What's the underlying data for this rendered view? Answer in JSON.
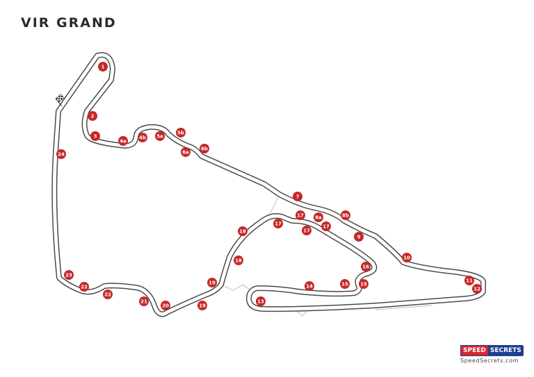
{
  "title": "VIR GRAND",
  "colors": {
    "track_outline": "#4a4a4a",
    "track_surface": "#ffffff",
    "unused_track": "#c8c8c8",
    "marker_fill": "#c62828",
    "marker_text": "#ffffff"
  },
  "corners": [
    "1",
    "2",
    "3",
    "4a",
    "4b",
    "5a",
    "5b",
    "6a",
    "6b",
    "7",
    "8a",
    "8b",
    "9",
    "10",
    "11",
    "12",
    "13",
    "14",
    "15",
    "15",
    "16",
    "17",
    "17",
    "17",
    "17",
    "18",
    "18",
    "19",
    "19",
    "20",
    "21",
    "22",
    "22",
    "23",
    "24"
  ],
  "start_finish_icon": "checkered-flag-icon",
  "logo": {
    "part1": "SPEED",
    "part2": "SECRETS",
    "url": "SpeedSecrets.com"
  }
}
